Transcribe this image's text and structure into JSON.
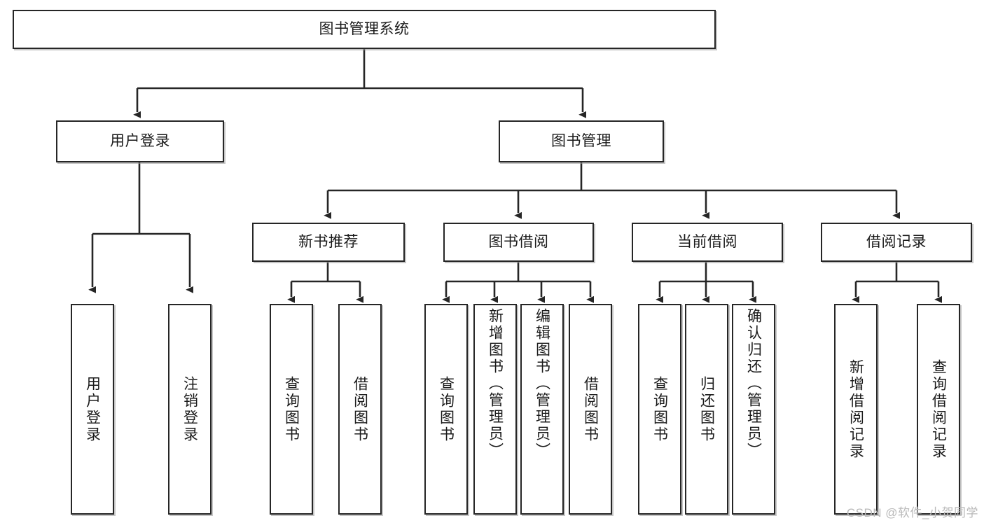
{
  "diagram": {
    "title_node": {
      "label": "图书管理系统"
    },
    "level1": [
      {
        "id": "user-login",
        "label": "用户登录"
      },
      {
        "id": "book-management",
        "label": "图书管理"
      }
    ],
    "level2": [
      {
        "id": "new-book-recommend",
        "label": "新书推荐"
      },
      {
        "id": "book-borrow",
        "label": "图书借阅"
      },
      {
        "id": "current-borrow",
        "label": "当前借阅"
      },
      {
        "id": "borrow-record",
        "label": "借阅记录"
      }
    ],
    "leaves": [
      {
        "id": "leaf-user-login",
        "label": "用户登录",
        "parent": "user-login"
      },
      {
        "id": "leaf-user-logout",
        "label": "注销登录",
        "parent": "user-login"
      },
      {
        "id": "leaf-query-book-1",
        "label": "查询图书",
        "parent": "new-book-recommend"
      },
      {
        "id": "leaf-borrow-book-1",
        "label": "借阅图书",
        "parent": "new-book-recommend"
      },
      {
        "id": "leaf-query-book-2",
        "label": "查询图书",
        "parent": "book-borrow"
      },
      {
        "id": "leaf-add-book",
        "label": "新增图书（管理员）",
        "parent": "book-borrow"
      },
      {
        "id": "leaf-edit-book",
        "label": "编辑图书（管理员）",
        "parent": "book-borrow"
      },
      {
        "id": "leaf-borrow-book-2",
        "label": "借阅图书",
        "parent": "book-borrow"
      },
      {
        "id": "leaf-query-book-3",
        "label": "查询图书",
        "parent": "current-borrow"
      },
      {
        "id": "leaf-return-book",
        "label": "归还图书",
        "parent": "current-borrow"
      },
      {
        "id": "leaf-confirm-return",
        "label": "确认归还（管理员）",
        "parent": "current-borrow"
      },
      {
        "id": "leaf-add-record",
        "label": "新增借阅记录",
        "parent": "borrow-record"
      },
      {
        "id": "leaf-query-record",
        "label": "查询借阅记录",
        "parent": "borrow-record"
      }
    ],
    "colors": {
      "border": "#262626",
      "background": "#ffffff",
      "text": "#1a1a1a",
      "edge": "#262626",
      "watermark": "#b9b9b9"
    }
  },
  "watermark": {
    "text": "CSDN @软件_小贺同学"
  }
}
